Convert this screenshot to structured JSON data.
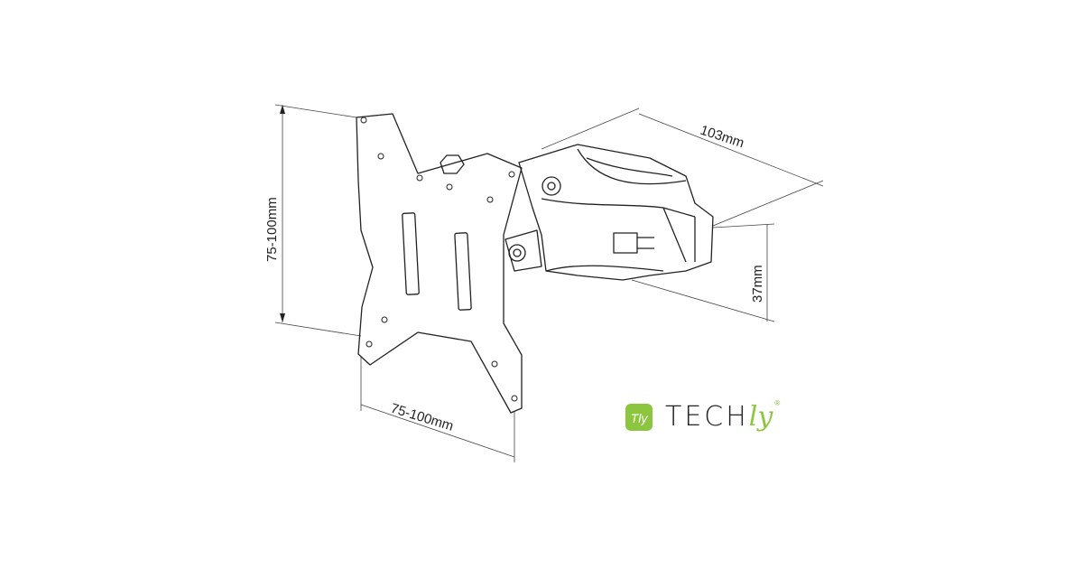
{
  "dimensions": {
    "plate_height": "75-100mm",
    "plate_width": "75-100mm",
    "depth": "103mm",
    "clamp_height": "37mm"
  },
  "logo": {
    "icon_text": "Tly",
    "brand_main": "TECH",
    "brand_accent": "ly",
    "registered": "®",
    "accent_color": "#8cc63f"
  }
}
